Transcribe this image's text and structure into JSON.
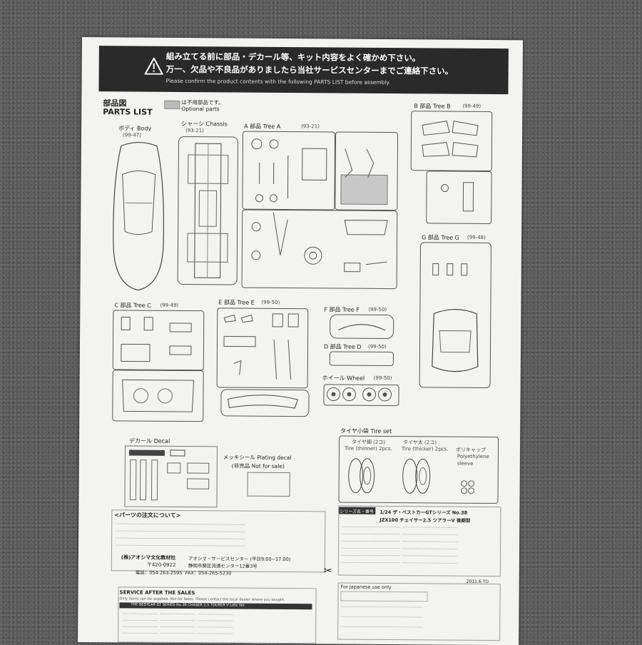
{
  "banner": {
    "line1": "組み立てる前に部品・デカール等、キット内容をよく確かめ下さい。",
    "line2": "万一、欠品や不良品がありましたら当社サービスセンターまでご連絡下さい。",
    "line3": "Please confirm the product contents with the following PARTS LIST before assembly."
  },
  "parts_list": {
    "jp": "部品図",
    "en": "PARTS LIST",
    "optional_jp": "は不用部品です。",
    "optional_en": "Optional parts"
  },
  "body": {
    "label": "ボディ Body",
    "code": "(99-47)"
  },
  "chassis": {
    "label": "シャーシ Chassis",
    "code": "(93-21)"
  },
  "tree_a": {
    "label": "A 部品 Tree A",
    "code": "(93-21)"
  },
  "tree_b": {
    "label": "B 部品 Tree B",
    "code": "(99-49)"
  },
  "tree_g": {
    "label": "G 部品 Tree G",
    "code": "(99-48)"
  },
  "tree_c": {
    "label": "C 部品 Tree C",
    "code": "(99-49)"
  },
  "tree_e": {
    "label": "E 部品 Tree E",
    "code": "(99-50)"
  },
  "tree_f": {
    "label": "F 部品 Tree F",
    "code": "(99-50)"
  },
  "tree_d": {
    "label": "D 部品 Tree D",
    "code": "(99-50)"
  },
  "wheel": {
    "label": "ホイール Wheel",
    "code": "(99-50)"
  },
  "decal": {
    "label": "デカール Decal"
  },
  "plating": {
    "label": "メッキシール Plating decal",
    "note": "(非売品 Not for sale)"
  },
  "tire": {
    "label": "タイヤ小袋 Tire set",
    "thin_jp": "タイヤ細 (2コ)",
    "thin_en": "Tire (thinner) 2pcs.",
    "thick_jp": "タイヤ太 (2コ)",
    "thick_en": "Tire (thicker) 2pcs.",
    "cap_jp": "ポリキャップ",
    "cap_en1": "Polyethylene",
    "cap_en2": "sleeve"
  },
  "order": {
    "title": "<パーツの注文について>",
    "company": "(株)アオシマ文化教材社",
    "service": "アオシマ・サービスセンター (平日9:00~17:00)",
    "zip": "〒420-0922",
    "addr": "静岡市葵区流通センター12番3号",
    "tel": "電話：054-263-2595",
    "fax": "FAX：054-265-5230"
  },
  "series": {
    "head": "シリーズ名・番号",
    "name": "1/24 ザ・ベストカーGTシリーズ No.38",
    "model": "JZX100 チェイサー2.5 ツアラーV 後期型"
  },
  "service_after": {
    "title": "SERVICE AFTER THE SALES",
    "note": "Only items can be supplied. Not for Sales. Please contact the local dealer where you bought.",
    "model_bar": "THE BESTCAR GT SERIES No.38 CHASER 2.5 TOURER V Late Ver."
  },
  "date": "2011.6.TO",
  "japanese_use": {
    "label": "For Japanese use only"
  }
}
